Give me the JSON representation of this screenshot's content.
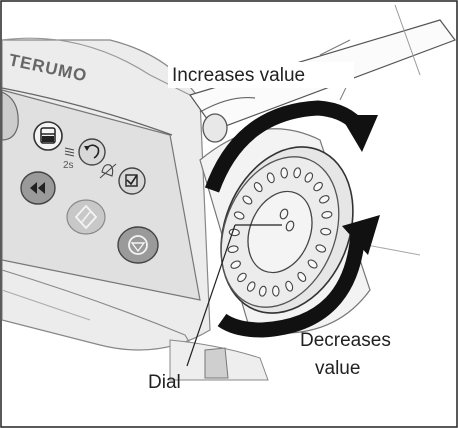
{
  "device": {
    "brand": "TERUMO",
    "hold_time_label": "2s"
  },
  "labels": {
    "increases": "Increases value",
    "decreases_line1": "Decreases",
    "decreases_line2": "value",
    "dial": "Dial"
  },
  "icons": [
    "menu-display-icon",
    "back-arrow-icon",
    "alarm-silence-icon",
    "confirm-check-icon",
    "rewind-icon",
    "start-icon",
    "stop-icon",
    "clockwise-arrow-icon",
    "counterclockwise-arrow-icon"
  ],
  "colors": {
    "arrow": "#111111",
    "panel": "#e2e2e2",
    "body": "#ededed",
    "button": "#9a9a9a"
  }
}
